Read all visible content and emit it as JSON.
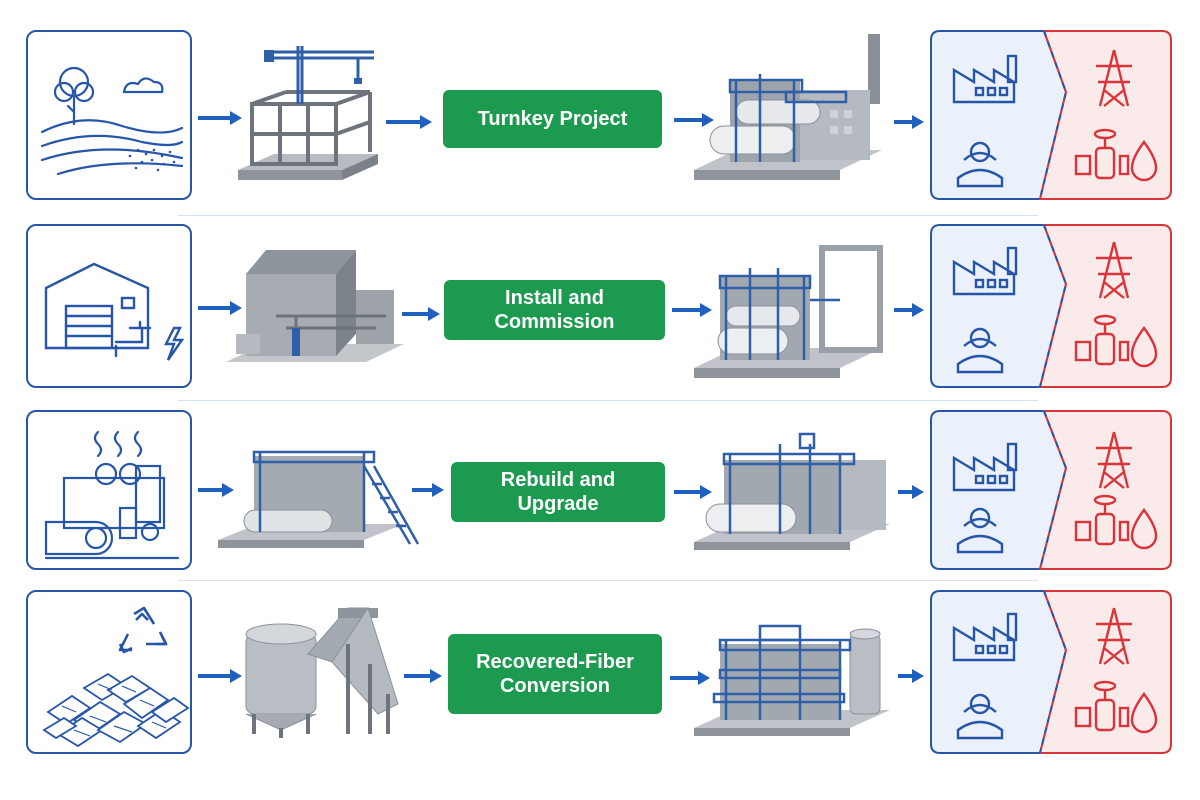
{
  "rows": [
    {
      "input_icon": "greenfield-landscape-icon",
      "stage_illustration": "construction-crane-frame",
      "label": "Turnkey Project",
      "result_illustration": "paper-mill-complete",
      "outcome_icons": [
        "factory-icon",
        "worker-icon",
        "power-tower-icon",
        "valve-icon",
        "water-drop-icon"
      ]
    },
    {
      "input_icon": "building-utilities-icon",
      "stage_illustration": "empty-building",
      "label": "Install and Commission",
      "result_illustration": "paper-machine-installed",
      "outcome_icons": [
        "factory-icon",
        "worker-icon",
        "power-tower-icon",
        "valve-icon",
        "water-drop-icon"
      ]
    },
    {
      "input_icon": "old-paper-machine-icon",
      "stage_illustration": "existing-paper-machine",
      "label": "Rebuild and Upgrade",
      "result_illustration": "paper-machine-upgraded",
      "outcome_icons": [
        "factory-icon",
        "worker-icon",
        "power-tower-icon",
        "valve-icon",
        "water-drop-icon"
      ]
    },
    {
      "input_icon": "recycled-paper-icon",
      "stage_illustration": "pulper-conveyor",
      "label": "Recovered-Fiber Conversion",
      "result_illustration": "recycled-fiber-line",
      "outcome_icons": [
        "factory-icon",
        "worker-icon",
        "power-tower-icon",
        "valve-icon",
        "water-drop-icon"
      ]
    }
  ],
  "colors": {
    "blue": "#2756a8",
    "arrow_blue": "#1f5fbf",
    "green": "#1c9a4f",
    "red": "#d9343a",
    "blue_tint": "#eaf1fb",
    "red_tint": "#fbeaea"
  }
}
